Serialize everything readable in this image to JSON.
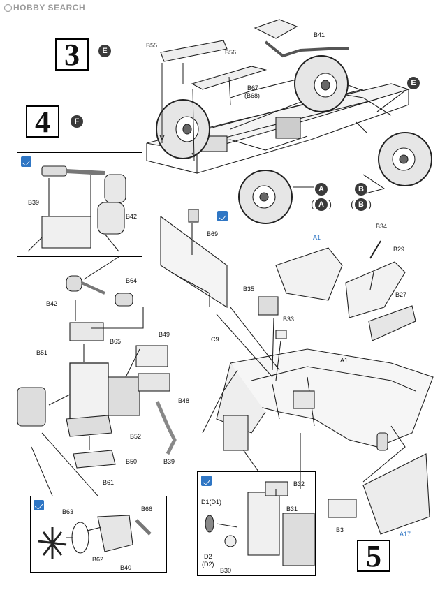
{
  "watermark": "HOBBY SEARCH",
  "steps": [
    {
      "number": "3",
      "marker": "E"
    },
    {
      "number": "4",
      "marker": "F"
    },
    {
      "number": "5"
    }
  ],
  "assembly_markers": {
    "e": "E",
    "a1": "A",
    "a2": "A",
    "b1": "B",
    "b2": "B"
  },
  "labels": {
    "B55": "B55",
    "B56": "B56",
    "B41": "B41",
    "B67": "B67",
    "B68": "(B68)",
    "B39": "B39",
    "B42": "B42",
    "B42b": "B42",
    "B64": "B64",
    "B65": "B65",
    "B69": "B69",
    "A1": "A1",
    "A1b": "A1",
    "B34": "B34",
    "B29": "B29",
    "B35": "B35",
    "B27": "B27",
    "B33": "B33",
    "C9": "C9",
    "B51": "B51",
    "B49": "B49",
    "B48": "B48",
    "B52": "B52",
    "B50": "B50",
    "B39b": "B39",
    "B61": "B61",
    "B63": "B63",
    "B66": "B66",
    "B62": "B62",
    "B40": "B40",
    "B32": "B32",
    "D1": "D1(D1)",
    "B31": "B31",
    "D2": "D2",
    "D2p": "(D2)",
    "B30": "B30",
    "B3": "B3",
    "A17": "A17"
  }
}
